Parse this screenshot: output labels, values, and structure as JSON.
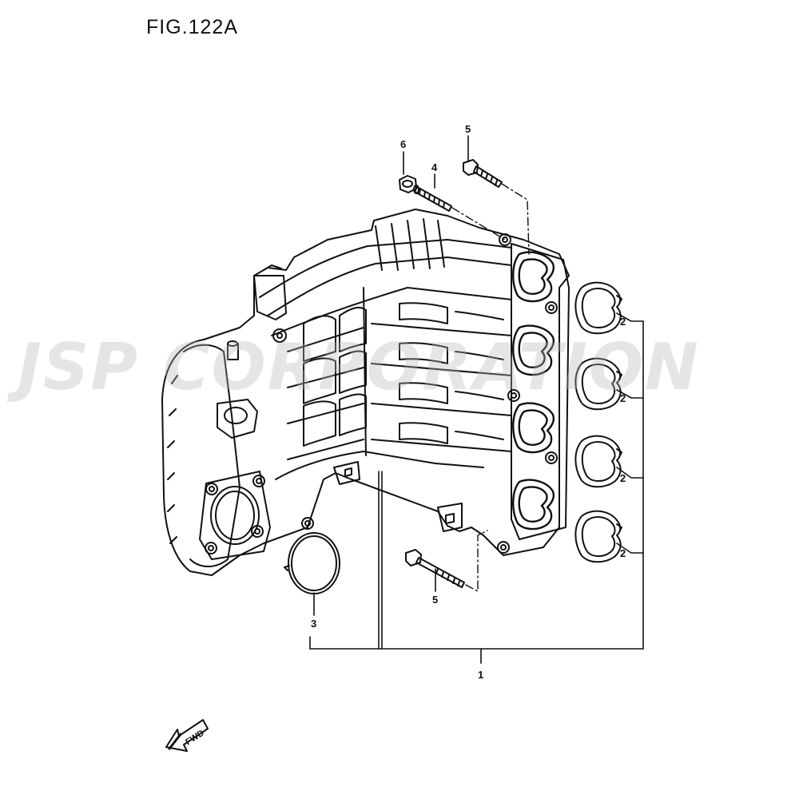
{
  "figure": {
    "title": "FIG.122A"
  },
  "watermark": {
    "text": "JSP CORPORATION"
  },
  "callouts": {
    "manifold_assembly": "1",
    "gasket_a": "2",
    "gasket_b": "2",
    "gasket_c": "2",
    "gasket_d": "2",
    "throttle_o_ring": "3",
    "stud_bolt": "4",
    "bolt_top": "5",
    "bolt_bottom": "5",
    "nut": "6"
  },
  "direction_indicator": {
    "label": "FWD"
  }
}
